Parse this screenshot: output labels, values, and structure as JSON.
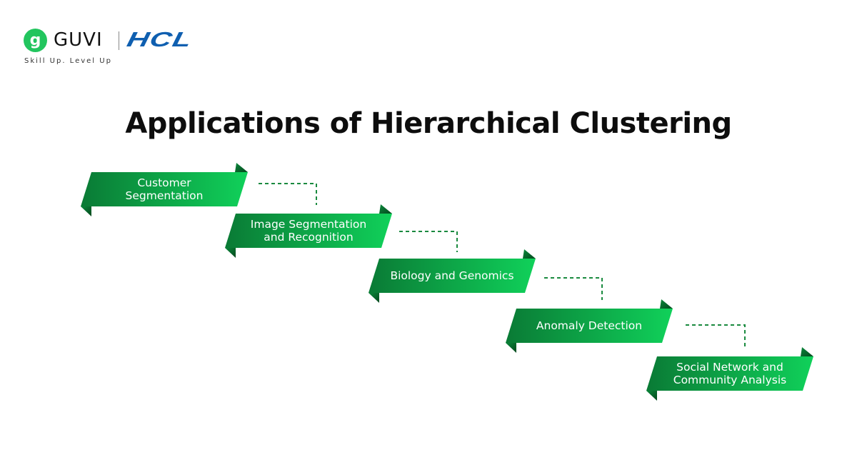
{
  "header": {
    "logo_mark": "g",
    "brand": "GUVI",
    "partner": "HCL",
    "tagline": "Skill Up. Level Up"
  },
  "title": "Applications of Hierarchical Clustering",
  "colors": {
    "ribbon_dark": "#0a7a35",
    "ribbon_light": "#10d15a",
    "fold_dark": "#05501f",
    "connector": "#1a8a3f",
    "guvi_green": "#22c55e",
    "hcl_blue": "#0f5fb0"
  },
  "ribbons": [
    {
      "label": "Customer\nSegmentation"
    },
    {
      "label": "Image Segmentation\nand Recognition"
    },
    {
      "label": "Biology and Genomics"
    },
    {
      "label": "Anomaly Detection"
    },
    {
      "label": "Social Network and\nCommunity Analysis"
    }
  ]
}
